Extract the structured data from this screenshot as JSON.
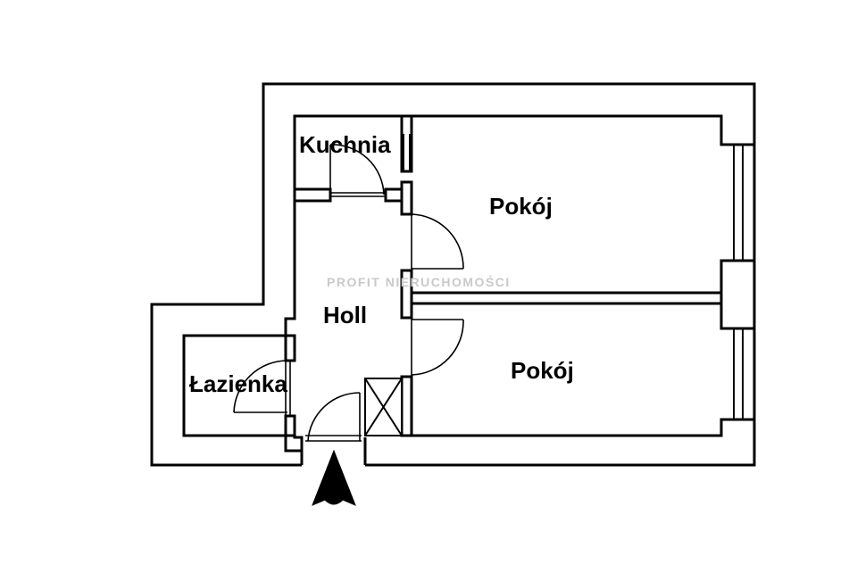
{
  "plan": {
    "rooms": {
      "kitchen": "Kuchnia",
      "room_top": "Pokój",
      "room_bottom": "Pokój",
      "hall": "Holl",
      "bathroom": "Łazienka"
    },
    "watermark": "PROFIT NIERUCHOMOŚCI",
    "icons": {
      "entrance": "entrance-arrow-icon",
      "shaft": "ventilation-shaft-icon"
    },
    "colors": {
      "wall": "#000000",
      "background": "#ffffff",
      "watermark": "#c9c9c9"
    }
  }
}
